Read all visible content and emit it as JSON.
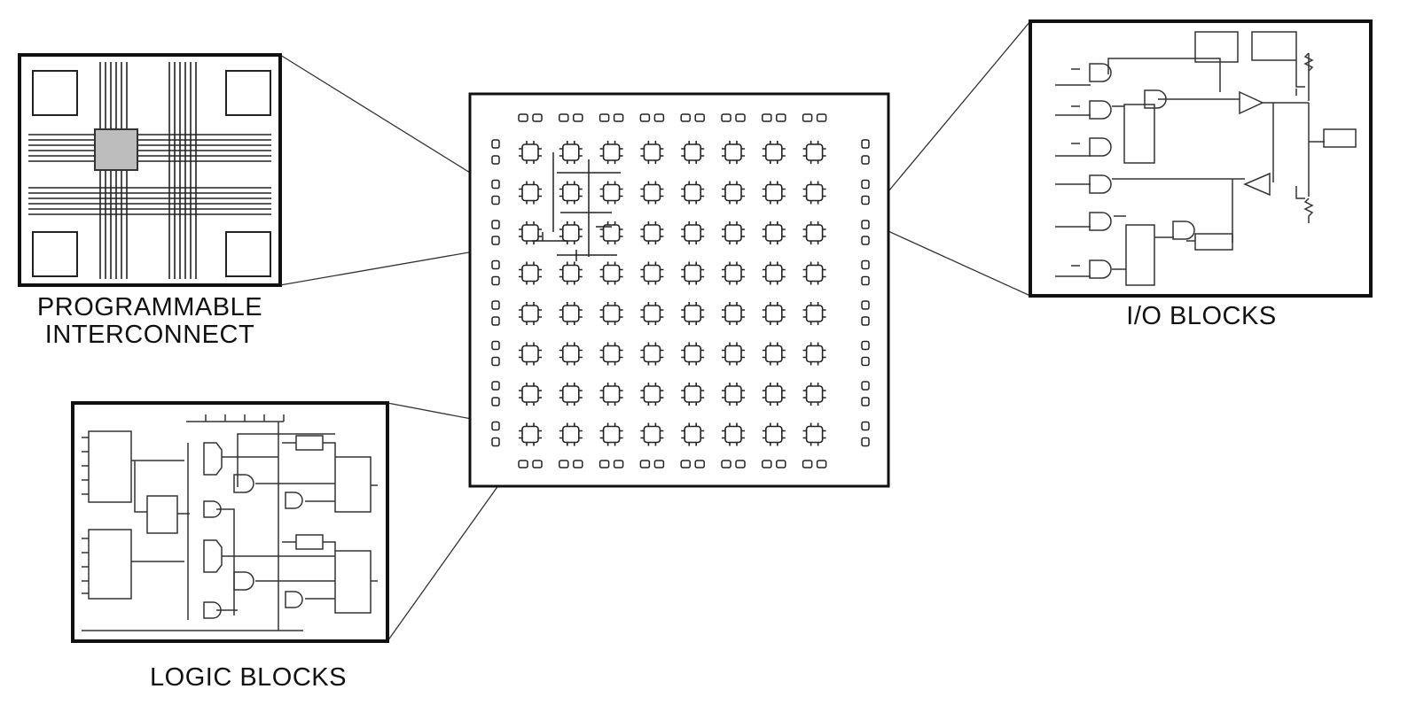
{
  "labels": {
    "interconnect_line1": "PROGRAMMABLE",
    "interconnect_line2": "INTERCONNECT",
    "io_blocks": "I/O BLOCKS",
    "logic_blocks": "LOGIC BLOCKS"
  },
  "fpga_array": {
    "rows": 8,
    "cols": 8
  },
  "colors": {
    "ink": "#111111",
    "background": "#ffffff",
    "interconnect_switch": "#bdbdbd"
  }
}
